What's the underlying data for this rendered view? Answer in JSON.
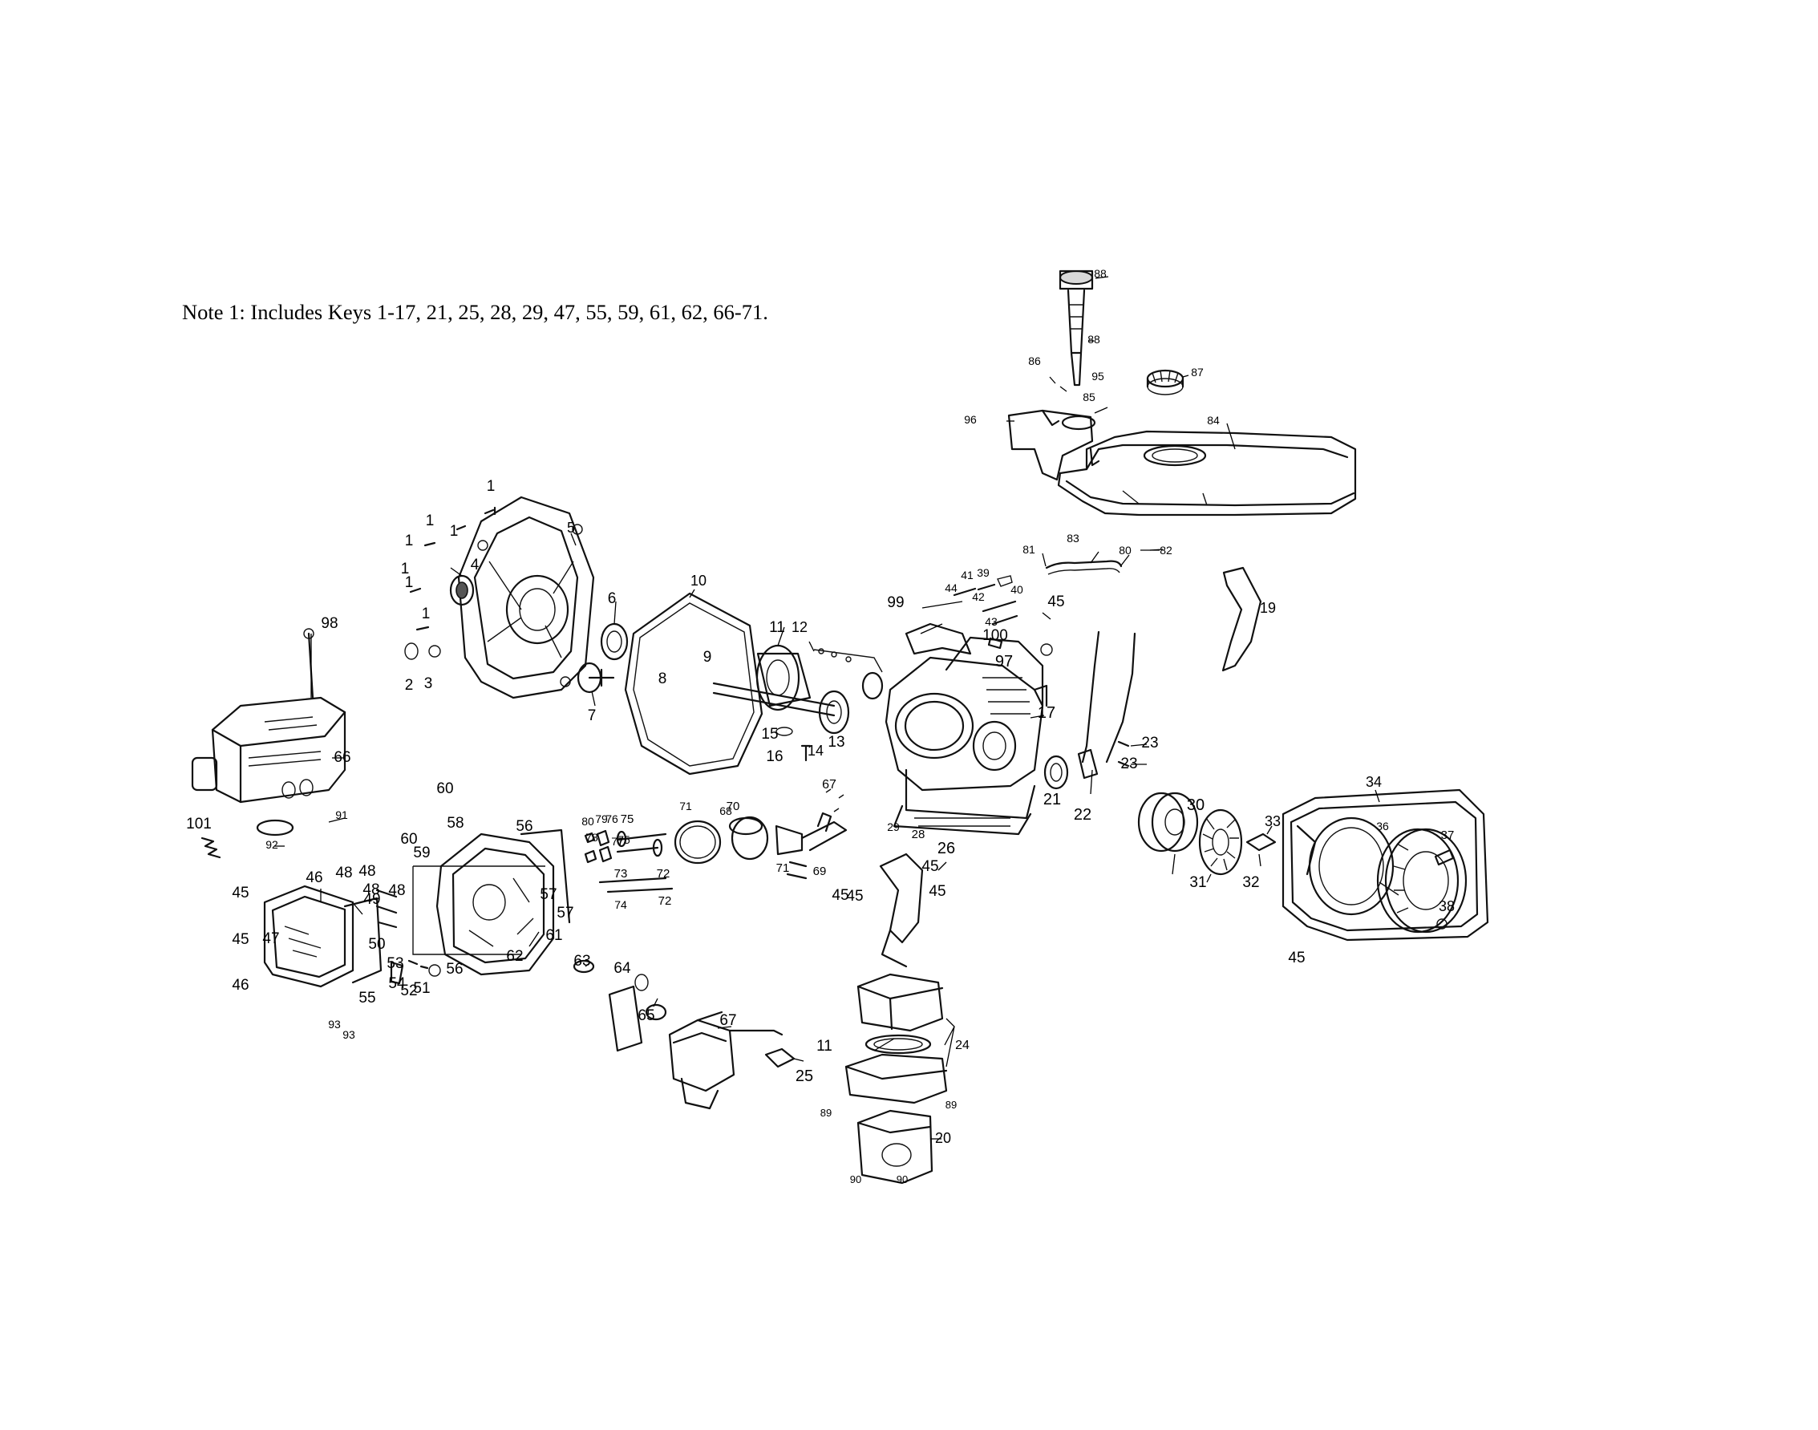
{
  "note": "Note 1: Includes Keys 1-17, 21, 25, 28, 29, 47, 55, 59, 61, 62, 66-71.",
  "callouts": [
    "1",
    "1",
    "1",
    "1",
    "1",
    "1",
    "1",
    "2",
    "3",
    "4",
    "5",
    "6",
    "7",
    "8",
    "9",
    "10",
    "11",
    "12",
    "13",
    "14",
    "15",
    "16",
    "17",
    "19",
    "20",
    "21",
    "22",
    "23",
    "23",
    "24",
    "25",
    "26",
    "28",
    "29",
    "30",
    "31",
    "32",
    "33",
    "34",
    "36",
    "37",
    "38",
    "39",
    "40",
    "41",
    "42",
    "43",
    "44",
    "45",
    "45",
    "45",
    "45",
    "45",
    "45",
    "45",
    "45",
    "46",
    "46",
    "47",
    "48",
    "48",
    "48",
    "48",
    "49",
    "50",
    "51",
    "52",
    "53",
    "54",
    "55",
    "56",
    "56",
    "57",
    "57",
    "58",
    "59",
    "60",
    "60",
    "61",
    "62",
    "63",
    "64",
    "65",
    "66",
    "67",
    "67",
    "68",
    "69",
    "70",
    "71",
    "71",
    "72",
    "72",
    "73",
    "74",
    "75",
    "75",
    "76",
    "77",
    "78",
    "79",
    "80",
    "80",
    "81",
    "82",
    "83",
    "84",
    "85",
    "86",
    "87",
    "88",
    "88",
    "89",
    "89",
    "90",
    "90",
    "91",
    "92",
    "93",
    "93",
    "95",
    "96",
    "97",
    "98",
    "99",
    "100",
    "101",
    "11"
  ],
  "icons": [
    "fuel-cap",
    "fuel-filter",
    "fuel-tank",
    "crankcase-cover",
    "gasket",
    "crankshaft",
    "piston",
    "connecting-rod",
    "cylinder-block",
    "cylinder-head",
    "valve-cover",
    "carburetor",
    "air-filter",
    "flywheel",
    "recoil-starter",
    "muffler",
    "ignition-coil"
  ]
}
